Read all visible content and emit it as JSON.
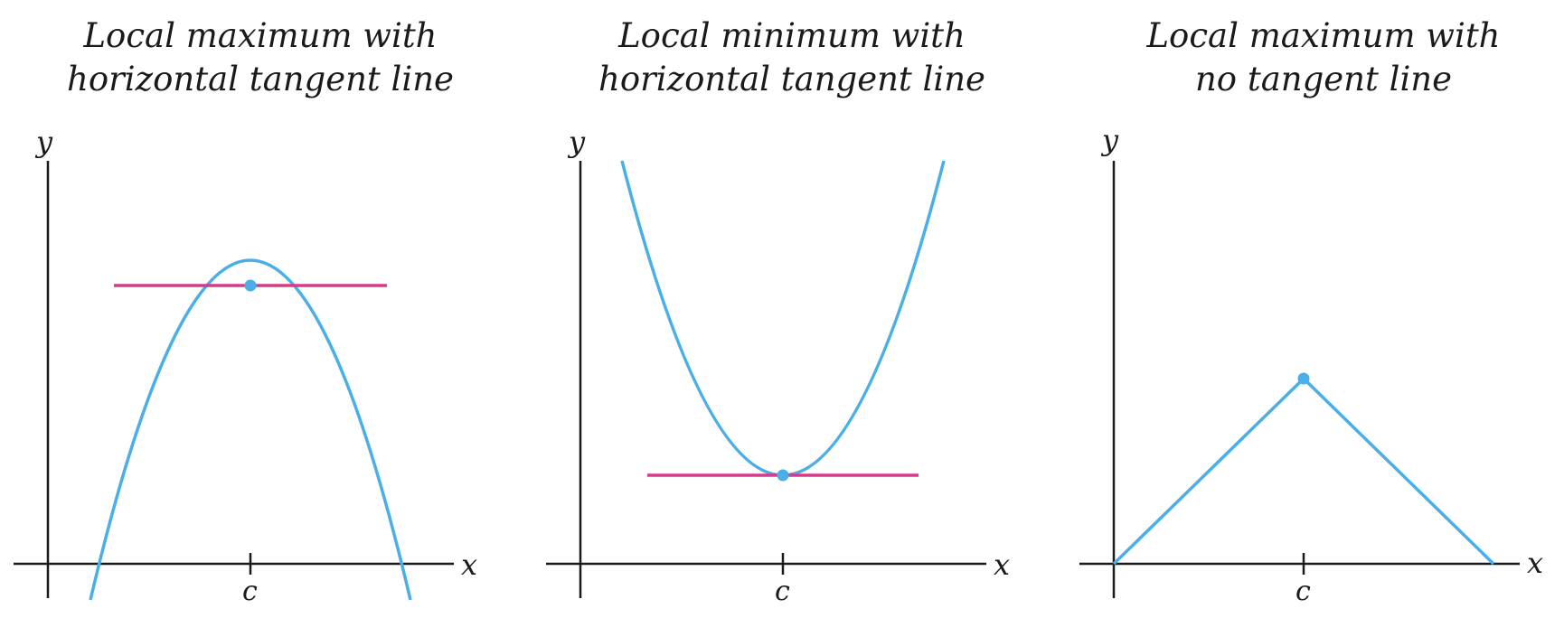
{
  "colors": {
    "curve": "#4aaee8",
    "tangent": "#d63a8a",
    "axis": "#1a1a1a",
    "point": "#4aaee8"
  },
  "panels": [
    {
      "title_line1": "Local maximum with",
      "title_line2": "horizontal tangent line",
      "x_axis_label": "x",
      "y_axis_label": "y",
      "tick_label": "c",
      "kind": "parabola-down",
      "has_tangent": true
    },
    {
      "title_line1": "Local minimum with",
      "title_line2": "horizontal tangent line",
      "x_axis_label": "x",
      "y_axis_label": "y",
      "tick_label": "c",
      "kind": "parabola-up",
      "has_tangent": true
    },
    {
      "title_line1": "Local maximum with",
      "title_line2": "no tangent line",
      "x_axis_label": "x",
      "y_axis_label": "y",
      "tick_label": "c",
      "kind": "corner",
      "has_tangent": false
    }
  ]
}
